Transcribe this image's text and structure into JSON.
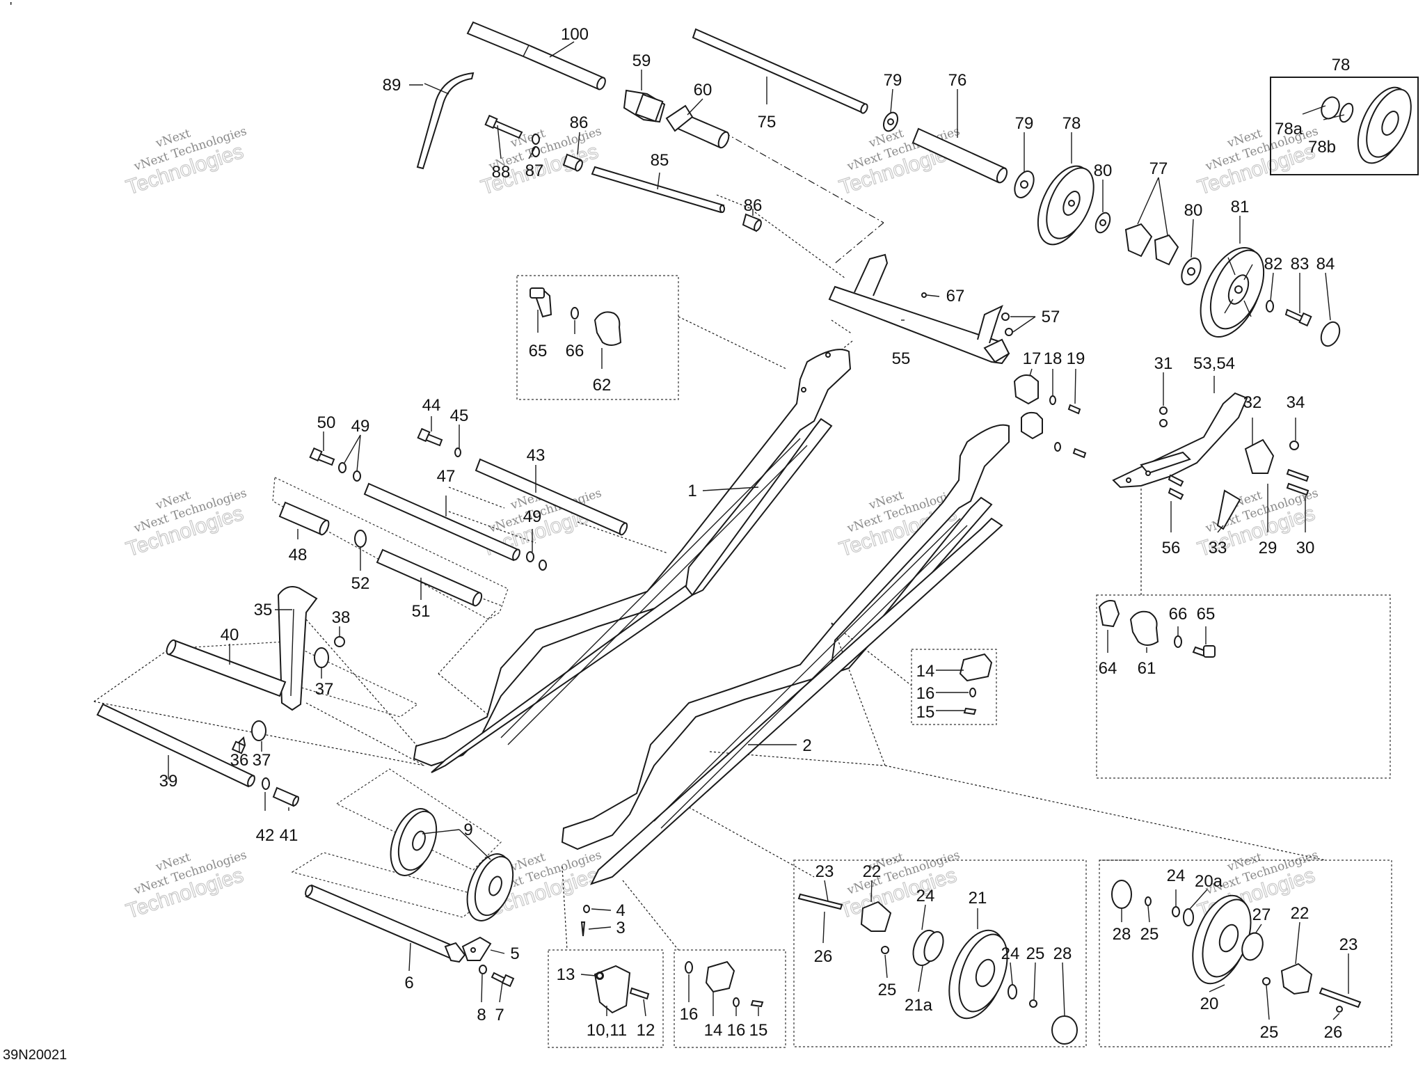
{
  "diagram_code": "39N20021",
  "corner_mark": "'",
  "watermark": {
    "line1": "vNext",
    "line2": "vNext Technologies",
    "line3": "Technologies"
  },
  "callouts": {
    "c100": "100",
    "c59": "59",
    "c60": "60",
    "c75": "75",
    "c79a": "79",
    "c76": "76",
    "c78box": "78",
    "c78a": "78a",
    "c78b": "78b",
    "c89": "89",
    "c86a": "86",
    "c88": "88",
    "c87": "87",
    "c85": "85",
    "c86b": "86",
    "c79b": "79",
    "c78": "78",
    "c80a": "80",
    "c77": "77",
    "c80b": "80",
    "c81": "81",
    "c82": "82",
    "c83": "83",
    "c84": "84",
    "c67": "67",
    "c57": "57",
    "c55": "55",
    "c65a": "65",
    "c66a": "66",
    "c62": "62",
    "c17": "17",
    "c18": "18",
    "c19": "19",
    "c31": "31",
    "c5354": "53,54",
    "c32": "32",
    "c34": "34",
    "c50": "50",
    "c49a": "49",
    "c44": "44",
    "c45": "45",
    "c43": "43",
    "c47": "47",
    "c49b": "49",
    "c1": "1",
    "c48": "48",
    "c52": "52",
    "c51": "51",
    "c56": "56",
    "c33": "33",
    "c29": "29",
    "c30": "30",
    "c35": "35",
    "c38": "38",
    "c40": "40",
    "c37a": "37",
    "c36": "36",
    "c37b": "37",
    "c39": "39",
    "c42": "42",
    "c41": "41",
    "c64": "64",
    "c61": "61",
    "c66b": "66",
    "c65b": "65",
    "c14a": "14",
    "c16a": "16",
    "c15a": "15",
    "c2": "2",
    "c9": "9",
    "c4": "4",
    "c3": "3",
    "c5": "5",
    "c6": "6",
    "c8": "8",
    "c7": "7",
    "c13": "13",
    "c1011": "10,11",
    "c12": "12",
    "c16b": "16",
    "c14b": "14",
    "c16c": "16",
    "c15b": "15",
    "c23a": "23",
    "c22a": "22",
    "c24a": "24",
    "c21": "21",
    "c26a": "26",
    "c25a": "25",
    "c21a": "21a",
    "c24b": "24",
    "c25b": "25",
    "c28a": "28",
    "c28b": "28",
    "c25c": "25",
    "c24c": "24",
    "c20a": "20a",
    "c27": "27",
    "c22b": "22",
    "c23b": "23",
    "c20": "20",
    "c25d": "25",
    "c26b": "26"
  }
}
